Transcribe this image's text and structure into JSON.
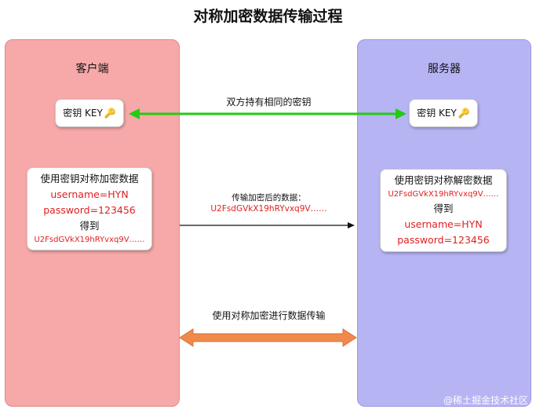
{
  "title": "对称加密数据传输过程",
  "client": {
    "title": "客户端",
    "key_label": "密钥 KEY",
    "lines": [
      "使用密钥对称加密数据",
      "username=HYN",
      "password=123456",
      "得到",
      "U2FsdGVkX19hRYvxq9V……"
    ]
  },
  "server": {
    "title": "服务器",
    "key_label": "密钥 KEY",
    "lines": [
      "使用密钥对称解密数据",
      "U2FsdGVkX19hRYvxq9V……",
      "得到",
      "username=HYN",
      "password=123456"
    ]
  },
  "arrows": {
    "shared_key": "双方持有相同的密钥",
    "transfer_title": "传输加密后的数据：",
    "transfer_value": "U2FsdGVkX19hRYvxq9V……",
    "summary": "使用对称加密进行数据传输"
  },
  "watermark": "@稀土掘金技术社区",
  "colors": {
    "client_bg": "#f7a8a8",
    "server_bg": "#b7b4f4",
    "green_arrow": "#22cc11",
    "orange_arrow": "#f08a4b",
    "red_text": "#e02020"
  },
  "icons": [
    "key-icon"
  ]
}
